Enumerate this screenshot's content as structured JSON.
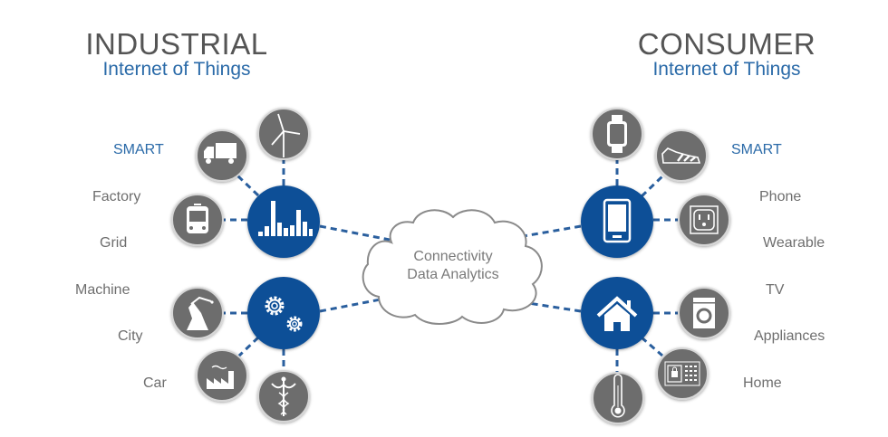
{
  "left": {
    "title": "INDUSTRIAL",
    "subtitle": "Internet of Things",
    "smart_label": "SMART",
    "items": [
      "Factory",
      "Grid",
      "Machine",
      "City",
      "Car"
    ],
    "hubs": [
      {
        "icon": "bar-chart-icon"
      },
      {
        "icon": "gears-icon"
      }
    ],
    "nodes": [
      {
        "icon": "wind-turbine-icon"
      },
      {
        "icon": "truck-icon"
      },
      {
        "icon": "train-icon"
      },
      {
        "icon": "robot-arm-icon"
      },
      {
        "icon": "factory-icon"
      },
      {
        "icon": "caduceus-icon"
      }
    ]
  },
  "right": {
    "title": "CONSUMER",
    "subtitle": "Internet of Things",
    "smart_label": "SMART",
    "items": [
      "Phone",
      "Wearable",
      "TV",
      "Appliances",
      "Home"
    ],
    "hubs": [
      {
        "icon": "tablet-icon"
      },
      {
        "icon": "house-icon"
      }
    ],
    "nodes": [
      {
        "icon": "smartwatch-icon"
      },
      {
        "icon": "sneaker-icon"
      },
      {
        "icon": "power-outlet-icon"
      },
      {
        "icon": "washing-machine-icon"
      },
      {
        "icon": "safe-icon"
      },
      {
        "icon": "thermometer-icon"
      }
    ]
  },
  "center": {
    "line1": "Connectivity",
    "line2": "Data Analytics"
  },
  "colors": {
    "hub": "#0f4f97",
    "node": "#6d6d6d",
    "connector": "#2a5f9e",
    "title": "#555555",
    "subtitle": "#2a6aa8"
  }
}
